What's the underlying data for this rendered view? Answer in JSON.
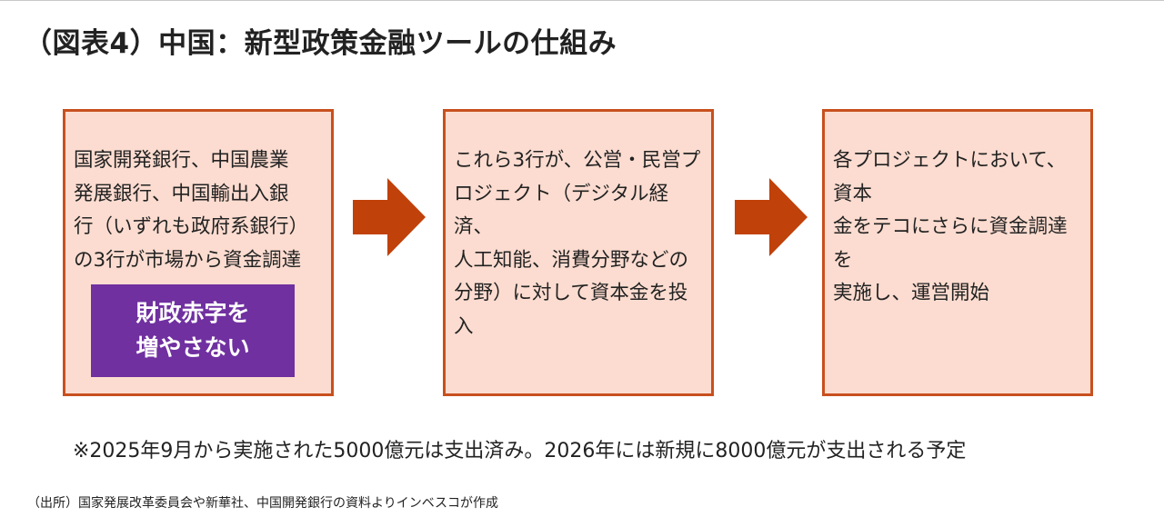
{
  "title": "（図表4）中国：新型政策金融ツールの仕組み",
  "steps": [
    {
      "lines": [
        "国家開発銀行、中国農業",
        "発展銀行、中国輸出入銀",
        "行（いずれも政府系銀行）",
        "の3行が市場から資金調達"
      ],
      "tag_lines": [
        "財政赤字を",
        "増やさない"
      ]
    },
    {
      "lines": [
        "これら3行が、公営・民営プ",
        "ロジェクト（デジタル経済、",
        "人工知能、消費分野などの",
        "分野）に対して資本金を投",
        "入"
      ]
    },
    {
      "lines": [
        "各プロジェクトにおいて、資本",
        "金をテコにさらに資金調達を",
        "実施し、運営開始"
      ]
    }
  ],
  "note": "※2025年9月から実施された5000億元は支出済み。2026年には新規に8000億元が支出される予定",
  "source": "（出所）国家発展改革委員会や新華社、中国開発銀行の資料よりインベスコが作成",
  "colors": {
    "box_fill": "#fcdcd0",
    "box_border": "#c8501e",
    "arrow": "#c0410a",
    "tag": "#7030a0"
  }
}
